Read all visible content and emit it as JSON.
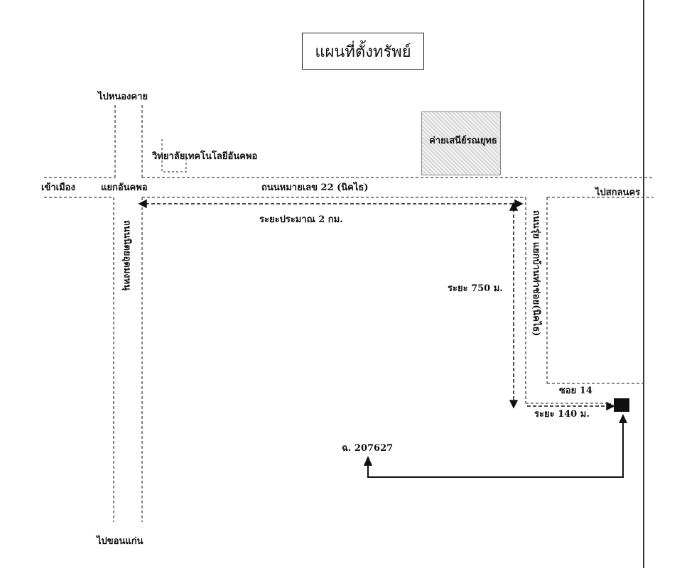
{
  "title": "แผนที่ตั้งทรัพย์",
  "roads": {
    "main": "ถนนหมายเลข 22 (นิคไธ)",
    "cross_vertical": "ถนนนิตยอุดมงหนุ",
    "side_vertical": "ถนนรุ่ย แยกบ้านท่าช่อย(นิคไธ)",
    "soi": "ซอย 14"
  },
  "places": {
    "north": "ไปหนองคาย",
    "south": "ไปขอนแก่น",
    "west": "เข้าเมือง",
    "east": "ไปสกลนคร",
    "junction": "แยกอันคพอ",
    "college": "วิทยาลัยเทคโนโลยีอันคพอ",
    "camp": "ค่ายเสนีย์รณยุทธ"
  },
  "distances": {
    "main": "ระยะประมาณ 2 กม.",
    "side": "ระยะ 750 ม.",
    "soi": "ระยะ 140 ม."
  },
  "deed": "ฉ. 207627",
  "colors": {
    "line": "#111111",
    "road_edge": "#444444"
  }
}
